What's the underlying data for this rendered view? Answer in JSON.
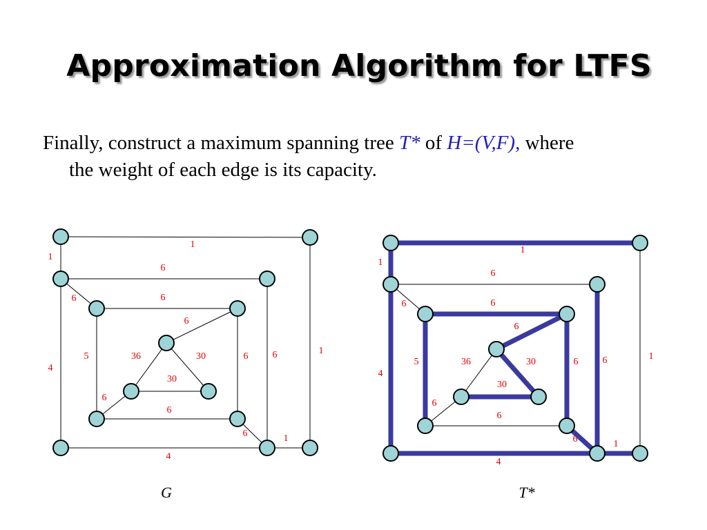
{
  "title": "Approximation Algorithm for LTFS",
  "body": {
    "part1": "Finally, construct a maximum spanning tree ",
    "tstar": "T*",
    "part2": " of ",
    "h": "H=(V,F),",
    "part3": " where",
    "line2": "the weight of each edge is its capacity."
  },
  "colors": {
    "node_fill": "#9fd4d6",
    "tree_edge": "#3a3a9e",
    "weight_label": "#e00000",
    "highlight_text": "#1f1fb4"
  },
  "graphs": [
    {
      "caption": "G",
      "edges": [
        {
          "from": "A",
          "to": "B",
          "weight": "1"
        },
        {
          "from": "A",
          "to": "C",
          "weight": "1"
        },
        {
          "from": "C",
          "to": "D",
          "weight": "6"
        },
        {
          "from": "C",
          "to": "E",
          "weight": "6"
        },
        {
          "from": "E",
          "to": "F",
          "weight": "6"
        },
        {
          "from": "F",
          "to": "G",
          "weight": "6"
        },
        {
          "from": "G",
          "to": "I",
          "weight": "36"
        },
        {
          "from": "G",
          "to": "J",
          "weight": "30"
        },
        {
          "from": "I",
          "to": "J",
          "weight": "30"
        },
        {
          "from": "E",
          "to": "K",
          "weight": "5"
        },
        {
          "from": "K",
          "to": "I",
          "weight": "6"
        },
        {
          "from": "K",
          "to": "L",
          "weight": "6"
        },
        {
          "from": "F",
          "to": "L",
          "weight": "6"
        },
        {
          "from": "L",
          "to": "N",
          "weight": "6"
        },
        {
          "from": "D",
          "to": "N",
          "weight": "6"
        },
        {
          "from": "C",
          "to": "M",
          "weight": "4"
        },
        {
          "from": "M",
          "to": "N",
          "weight": "4"
        },
        {
          "from": "N",
          "to": "O",
          "weight": "1"
        },
        {
          "from": "B",
          "to": "O",
          "weight": "1"
        }
      ]
    },
    {
      "caption": "T*",
      "tree_edges": [
        "A-B",
        "A-C",
        "C-M",
        "M-N",
        "N-O",
        "D-N",
        "E-F",
        "F-G",
        "G-J",
        "I-J",
        "E-K",
        "L-N",
        "F-L"
      ]
    }
  ]
}
